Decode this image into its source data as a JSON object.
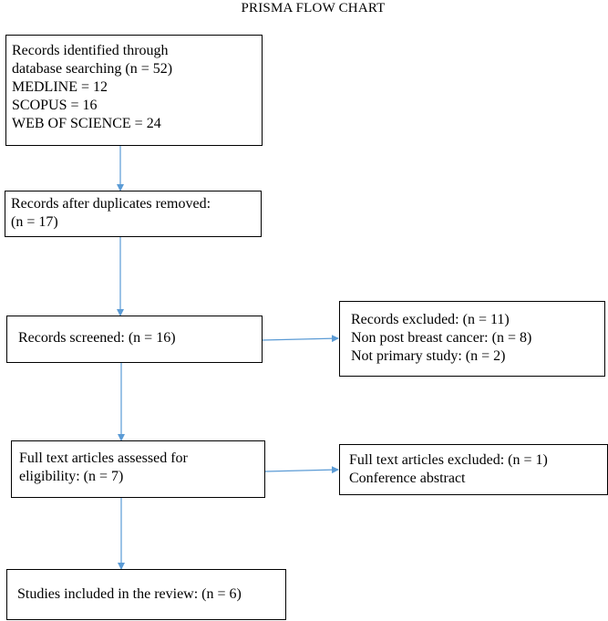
{
  "title": "PRISMA FLOW CHART",
  "identification": {
    "lines": [
      "Records identified through",
      "database searching (n = 52)",
      "MEDLINE = 12",
      "SCOPUS = 16",
      "WEB OF SCIENCE = 24"
    ]
  },
  "duplicates_removed": {
    "lines": [
      "Records after duplicates removed:",
      "(n = 17)"
    ]
  },
  "screened": {
    "lines": [
      "Records screened: (n = 16)"
    ]
  },
  "excluded": {
    "lines": [
      "Records excluded: (n = 11)",
      "Non post breast cancer: (n = 8)",
      "Not primary study: (n = 2)"
    ]
  },
  "eligibility": {
    "lines": [
      "Full text articles assessed for",
      "eligibility: (n = 7)"
    ]
  },
  "fulltext_excluded": {
    "lines": [
      "Full text articles excluded: (n = 1)",
      "Conference abstract"
    ]
  },
  "included": {
    "lines": [
      "Studies included in the review: (n = 6)"
    ]
  },
  "colors": {
    "arrow": "#5b9bd5",
    "box_border": "#000000",
    "text": "#000000"
  }
}
